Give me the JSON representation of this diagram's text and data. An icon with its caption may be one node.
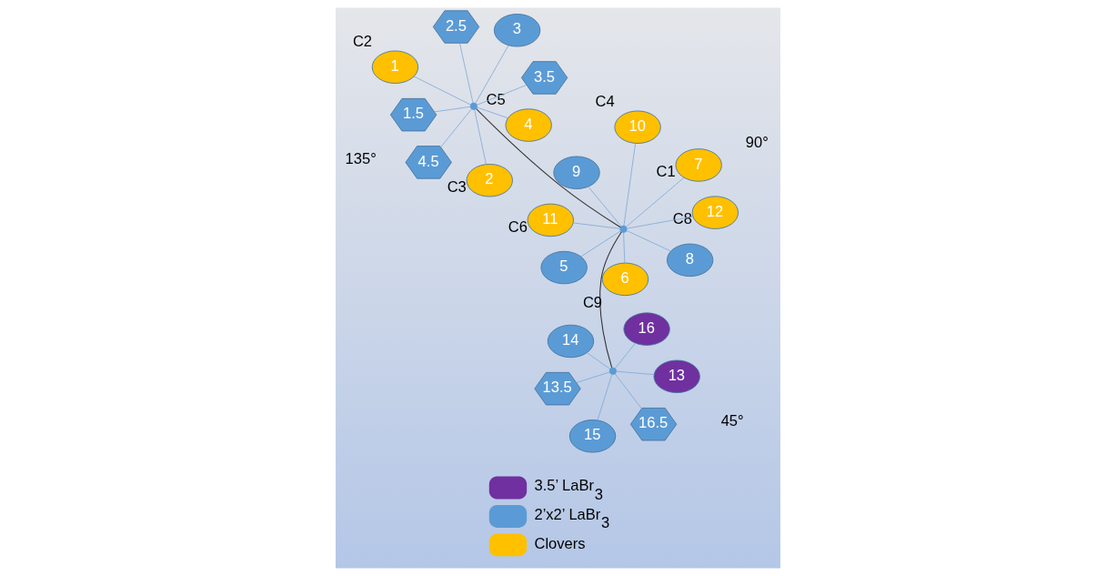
{
  "diagram": {
    "nodes": [
      {
        "text": [],
        "shape": "circle"
      },
      {
        "text": [
          "13"
        ]
      },
      {
        "text": [
          "16.5"
        ]
      },
      {
        "text": [
          "13.5"
        ]
      },
      {
        "text": [
          "16"
        ]
      },
      {
        "text": [
          "14"
        ]
      },
      {
        "text": [
          "15"
        ]
      },
      {
        "text": [],
        "shape": "circle"
      },
      {
        "text": [
          "5"
        ]
      },
      {
        "text": [
          "12"
        ],
        "beside": [
          "C8"
        ]
      },
      {
        "text": [
          "6"
        ],
        "beside": [
          "C9"
        ]
      },
      {
        "text": [
          "11"
        ],
        "beside": [
          "C6"
        ]
      },
      {
        "text": [
          "7"
        ],
        "beside": [
          "C1"
        ]
      },
      {
        "text": [
          "10"
        ],
        "beside": [
          "C4"
        ]
      },
      {
        "text": [
          "9"
        ]
      },
      {
        "text": [
          "8"
        ]
      },
      {
        "text": [],
        "shape": "circle"
      },
      {
        "text": [
          "1"
        ],
        "beside": [
          "C2"
        ]
      },
      {
        "text": [
          "4.5"
        ]
      },
      {
        "text": [
          "1.5"
        ]
      },
      {
        "text": [
          "4"
        ],
        "beside": [
          "C5"
        ]
      },
      {
        "text": [
          "2"
        ],
        "beside": [
          "C3"
        ]
      },
      {
        "text": [
          "3.5"
        ]
      },
      {
        "text": [
          "3"
        ]
      },
      {
        "text": [
          "2.5"
        ]
      }
    ],
    "edges": [
      {
        "from": 0,
        "to": 7,
        "arrow": "none",
        "color": "#333333"
      },
      {
        "from": 7,
        "to": 16,
        "arrow": "none",
        "color": "#333333"
      },
      {
        "from": 0,
        "to": 1,
        "arrow": "none"
      },
      {
        "from": 0,
        "to": 2,
        "arrow": "none"
      },
      {
        "from": 0,
        "to": 3,
        "arrow": "none"
      },
      {
        "from": 0,
        "to": 4,
        "arrow": "none"
      },
      {
        "from": 0,
        "to": 5,
        "arrow": "none"
      },
      {
        "from": 0,
        "to": 6,
        "arrow": "none"
      },
      {
        "from": 7,
        "to": 8,
        "arrow": "none"
      },
      {
        "from": 7,
        "to": 9,
        "arrow": "none"
      },
      {
        "from": 7,
        "to": 10,
        "arrow": "none"
      },
      {
        "from": 7,
        "to": 11,
        "arrow": "none"
      },
      {
        "from": 7,
        "to": 12,
        "arrow": "none"
      },
      {
        "from": 7,
        "to": 13,
        "arrow": "none"
      },
      {
        "from": 7,
        "to": 14,
        "arrow": "none"
      },
      {
        "from": 7,
        "to": 15,
        "arrow": "none"
      },
      {
        "from": 16,
        "to": 17,
        "arrow": "none"
      },
      {
        "from": 16,
        "to": 18,
        "arrow": "none"
      },
      {
        "from": 16,
        "to": 19,
        "arrow": "none"
      },
      {
        "from": 16,
        "to": 20,
        "arrow": "none"
      },
      {
        "from": 16,
        "to": 21,
        "arrow": "none"
      },
      {
        "from": 16,
        "to": 22,
        "arrow": "none"
      },
      {
        "from": 16,
        "to": 23,
        "arrow": "none"
      },
      {
        "from": 16,
        "to": 24,
        "arrow": "none"
      }
    ],
    "labels": [
      "45°",
      "90°",
      "135°"
    ],
    "legend": [
      {
        "text": "3.5’ LaBr$_{3}$",
        "color": "#7030a0"
      },
      {
        "text": "2’x2’ LaBr$_{3}$",
        "color": "#5b9bd5"
      },
      {
        "text": "Clovers",
        "color": "#ffc000"
      }
    ]
  }
}
